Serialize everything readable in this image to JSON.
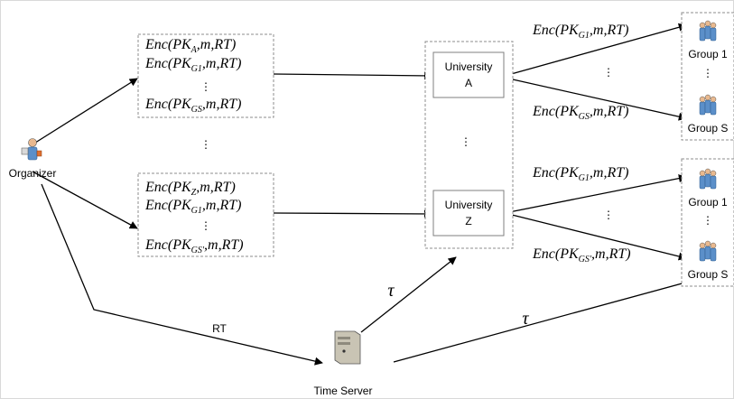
{
  "nodes": {
    "organizer": "Organizer",
    "time_server": "Time Server",
    "university_a": [
      "University",
      "A"
    ],
    "university_z": [
      "University",
      "Z"
    ],
    "group_top_1": "Group 1",
    "group_top_s": "Group S",
    "group_bottom_1": "Group 1",
    "group_bottom_s": "Group S"
  },
  "edge_labels": {
    "rt": "RT",
    "tau_university": "τ",
    "tau_groups": "τ"
  },
  "ciphertexts": {
    "box_a": [
      {
        "key": "PK",
        "sub": "A"
      },
      {
        "key": "PK",
        "sub": "G1"
      },
      {
        "key": "PK",
        "sub": "GS"
      }
    ],
    "box_z": [
      {
        "key": "PK",
        "sub": "Z"
      },
      {
        "key": "PK",
        "sub": "G1"
      },
      {
        "key": "PK",
        "sub": "GS'"
      }
    ],
    "to_groups_a": [
      {
        "key": "PK",
        "sub": "G1"
      },
      {
        "key": "PK",
        "sub": "GS"
      }
    ],
    "to_groups_z": [
      {
        "key": "PK",
        "sub": "G1"
      },
      {
        "key": "PK",
        "sub": "GS'"
      }
    ],
    "enc": "Enc",
    "args": ",m,RT)"
  },
  "ellipsis": "⋮",
  "colors": {
    "line": "#000000",
    "box_border": "#8c8c8c",
    "node_border": "#7f7f7f",
    "person_blue": "#5b8fc9",
    "person_skin": "#e9b98f",
    "server": "#c9c4b4"
  }
}
